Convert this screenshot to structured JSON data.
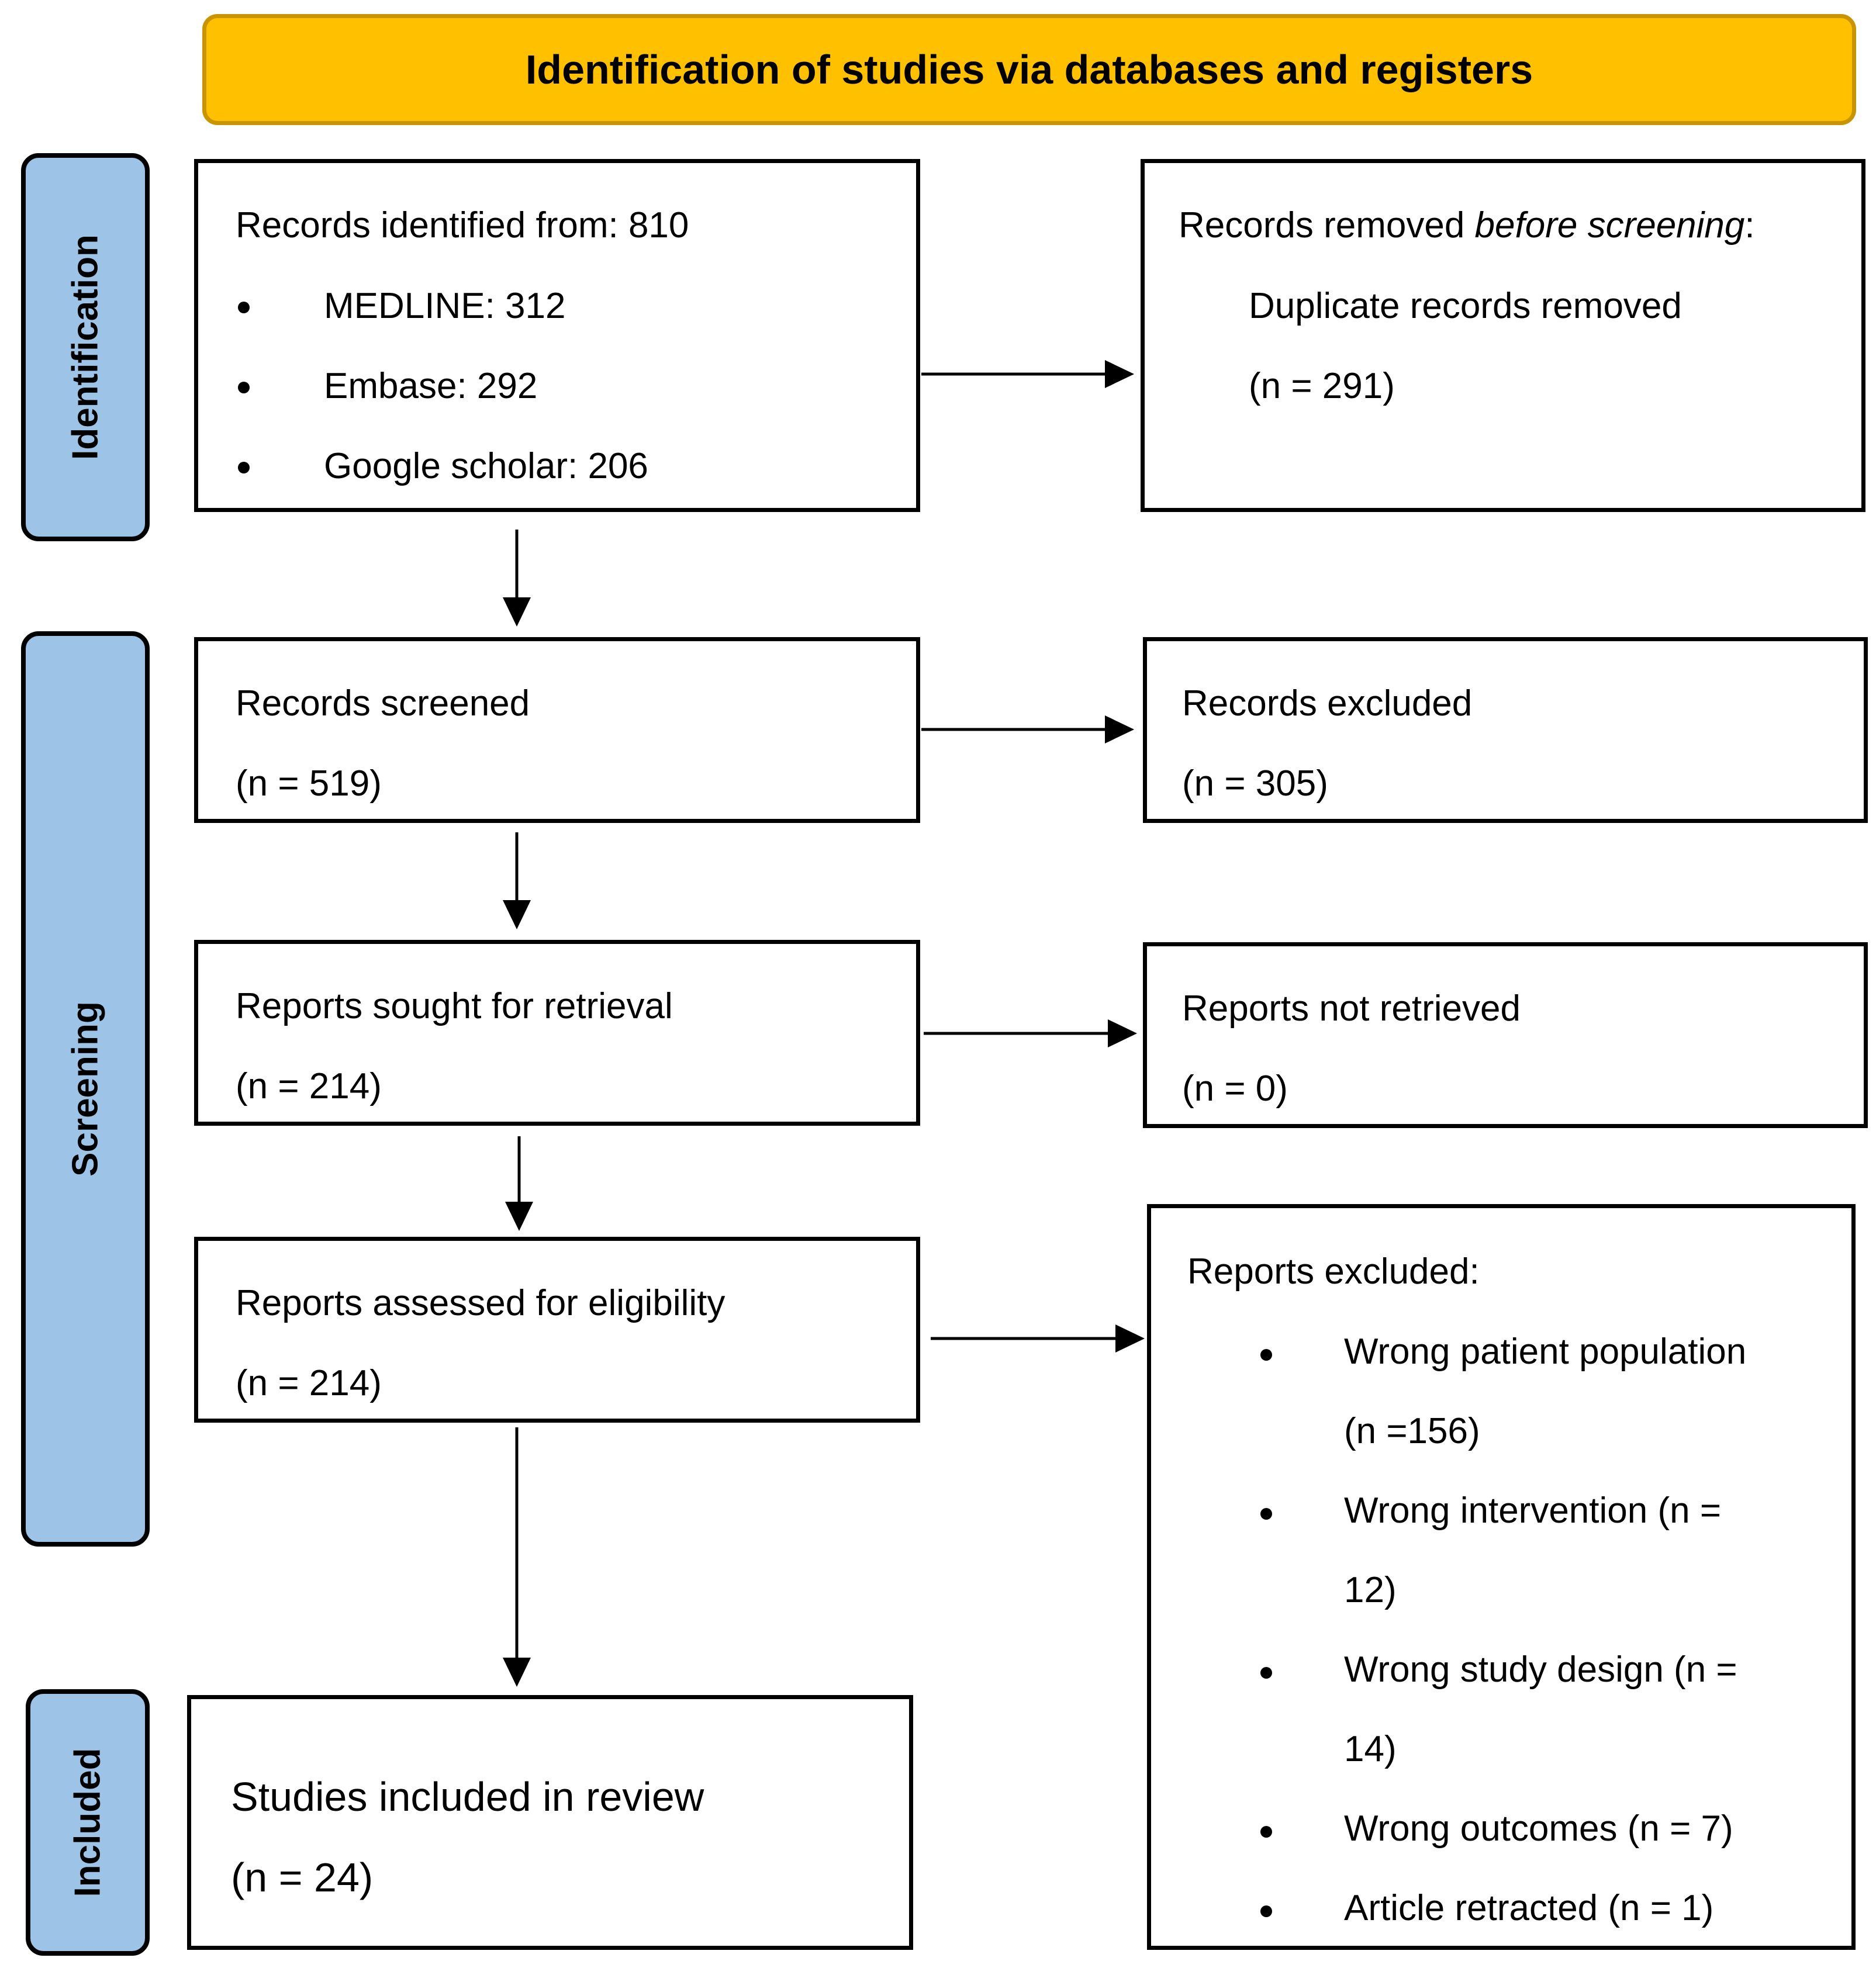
{
  "header": {
    "title": "Identification of studies via databases and registers"
  },
  "phases": {
    "identification": "Identification",
    "screening": "Screening",
    "included": "Included"
  },
  "identified": {
    "title": "Records identified from: 810",
    "sources": [
      "MEDLINE: 312",
      "Embase: 292",
      "Google scholar: 206"
    ]
  },
  "removed": {
    "title_prefix": "Records removed ",
    "title_emphasis": "before screening",
    "title_suffix": ":",
    "item": "Duplicate records removed",
    "count": "(n = 291)"
  },
  "screened": {
    "title": "Records screened",
    "count": "(n = 519)"
  },
  "excluded_records": {
    "title": "Records excluded",
    "count": "(n = 305)"
  },
  "sought": {
    "title": "Reports sought for retrieval",
    "count": "(n = 214)"
  },
  "not_retrieved": {
    "title": "Reports not retrieved",
    "count": "(n = 0)"
  },
  "assessed": {
    "title": "Reports assessed for eligibility",
    "count": "(n = 214)"
  },
  "reports_excluded": {
    "title": "Reports excluded:",
    "lines": [
      "Wrong patient population",
      "(n =156)",
      "Wrong intervention (n =",
      "12)",
      "Wrong study design (n =",
      "14)",
      "Wrong outcomes (n = 7)",
      "Article retracted (n = 1)"
    ]
  },
  "included": {
    "title": "Studies included in review",
    "count": "(n = 24)"
  }
}
